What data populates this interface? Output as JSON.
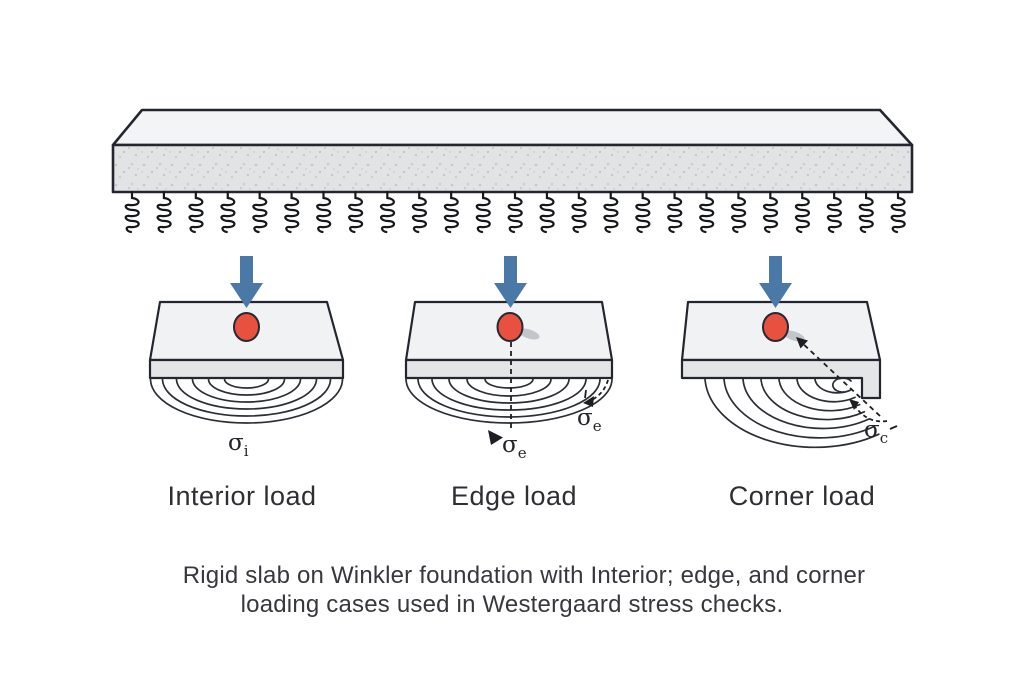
{
  "background": "#ffffff",
  "colors": {
    "arrow_blue": "#4a79a8",
    "load_red": "#e8503f",
    "slab_top": "#f3f4f6",
    "slab_front": "#e4e5e7",
    "outline": "#23262e",
    "contour": "#2b2e35",
    "label_text": "#2e2f33",
    "caption_text": "#37383d"
  },
  "foundation": {
    "spring_count": 25
  },
  "cases": [
    {
      "label": "Interior load",
      "stress_labels": [
        {
          "base": "σ",
          "sub": "i"
        }
      ]
    },
    {
      "label": "Edge load",
      "stress_labels": [
        {
          "base": "σ",
          "sub": "e"
        },
        {
          "base": "σ",
          "sub": "e"
        }
      ]
    },
    {
      "label": "Corner load",
      "stress_labels": [
        {
          "base": "σ",
          "sub": "c"
        }
      ]
    }
  ],
  "caption": {
    "line1": "Rigid slab on Winkler foundation with Interior; edge, and corner",
    "line2": "loading cases used in Westergaard stress checks."
  }
}
